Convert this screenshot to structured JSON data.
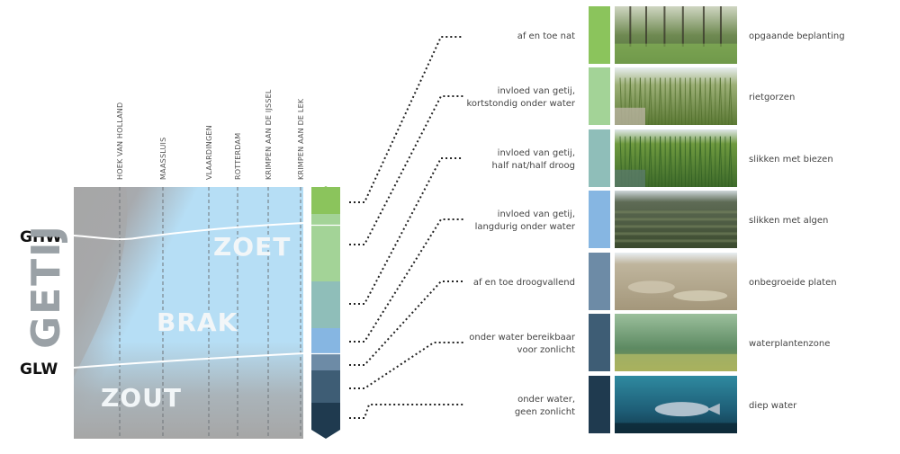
{
  "labels": {
    "getij": "GETIJ",
    "ghw": "GHW",
    "glw": "GLW",
    "zoet": "ZOET",
    "brak": "BRAK",
    "zout": "ZOUT"
  },
  "locations": [
    "HOEK VAN HOLLAND",
    "MAASSLUIS",
    "VLAARDINGEN",
    "ROTTERDAM",
    "KRIMPEN AAN DE IJSSEL",
    "KRIMPEN AAN DE LEK"
  ],
  "zones": [
    {
      "condition": [
        "af en toe nat"
      ],
      "habitat": "opgaande beplanting",
      "color": "#8bc45c",
      "photo": "forest"
    },
    {
      "condition": [
        "invloed van getij,",
        "kortstondig onder water"
      ],
      "habitat": "rietgorzen",
      "color": "#a3d397",
      "photo": "reed"
    },
    {
      "condition": [
        "invloed van getij,",
        "half nat/half droog"
      ],
      "habitat": "slikken met biezen",
      "color": "#8fbeb9",
      "photo": "rush"
    },
    {
      "condition": [
        "invloed van getij,",
        "langdurig onder water"
      ],
      "habitat": "slikken met algen",
      "color": "#86b6e2",
      "photo": "algae"
    },
    {
      "condition": [
        "af en toe droogvallend"
      ],
      "habitat": "onbegroeide platen",
      "color": "#6d8ba6",
      "photo": "flat"
    },
    {
      "condition": [
        "onder water bereikbaar",
        "voor zonlicht"
      ],
      "habitat": "waterplantenzone",
      "color": "#3e5d75",
      "photo": "underwater"
    },
    {
      "condition": [
        "onder water,",
        "geen zonlicht"
      ],
      "habitat": "diep water",
      "color": "#1f3a4f",
      "photo": "deep"
    }
  ],
  "colors": {
    "fresh": "#b6def5",
    "salt": "#a6a6a6",
    "getij_text": "#9aa1a6"
  }
}
